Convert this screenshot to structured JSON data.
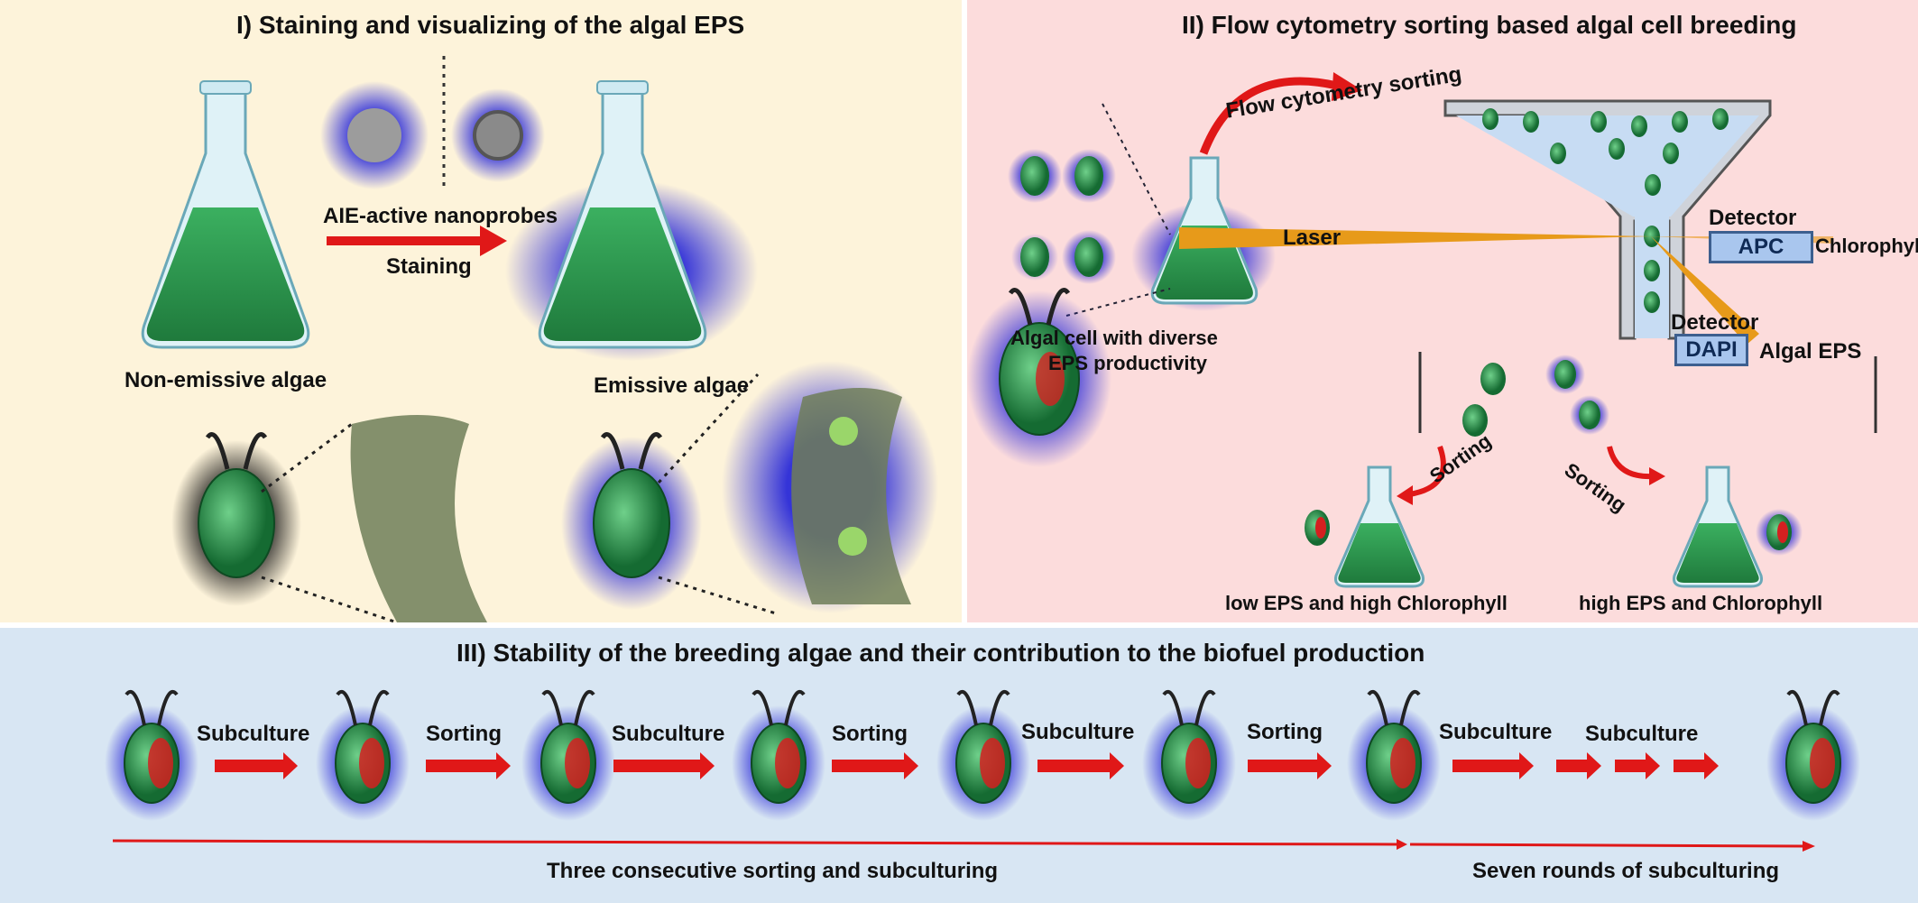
{
  "panel1": {
    "title": "I) Staining and visualizing of the algal EPS",
    "probe_label": "AIE-active nanoprobes",
    "stain_label": "Staining",
    "left_label": "Non-emissive algae",
    "right_label": "Emissive algae"
  },
  "panel2": {
    "title": "II) Flow cytometry sorting based algal cell breeding",
    "sorting_label": "Flow cytometry sorting",
    "laser_label": "Laser",
    "detector1_title": "Detector",
    "detector1_box": "APC",
    "detector1_signal": "Chlorophyll",
    "detector2_title": "Detector",
    "detector2_box": "DAPI",
    "detector2_signal": "Algal EPS",
    "cells_caption_line1": "Algal cell with diverse",
    "cells_caption_line2": "EPS productivity",
    "sort_left": "Sorting",
    "sort_right": "Sorting",
    "result_left": "low EPS and high Chlorophyll",
    "result_right": "high EPS and Chlorophyll"
  },
  "panel3": {
    "title": "III) Stability of the breeding algae and their contribution to the biofuel production",
    "steps": [
      "Subculture",
      "Sorting",
      "Subculture",
      "Sorting",
      "Subculture",
      "Sorting",
      "Subculture",
      "Subculture"
    ],
    "timeline_left": "Three consecutive sorting and subculturing",
    "timeline_right": "Seven rounds of subculturing"
  },
  "colors": {
    "panel1_bg": "#fdf3da",
    "panel2_bg": "#fcdcdc",
    "panel3_bg": "#d8e6f3",
    "arrow_red": "#e01818",
    "culture_green": "#2e9a4e",
    "emission_blue": "#3a3ae0",
    "chlorophyll_red": "#d42020"
  }
}
